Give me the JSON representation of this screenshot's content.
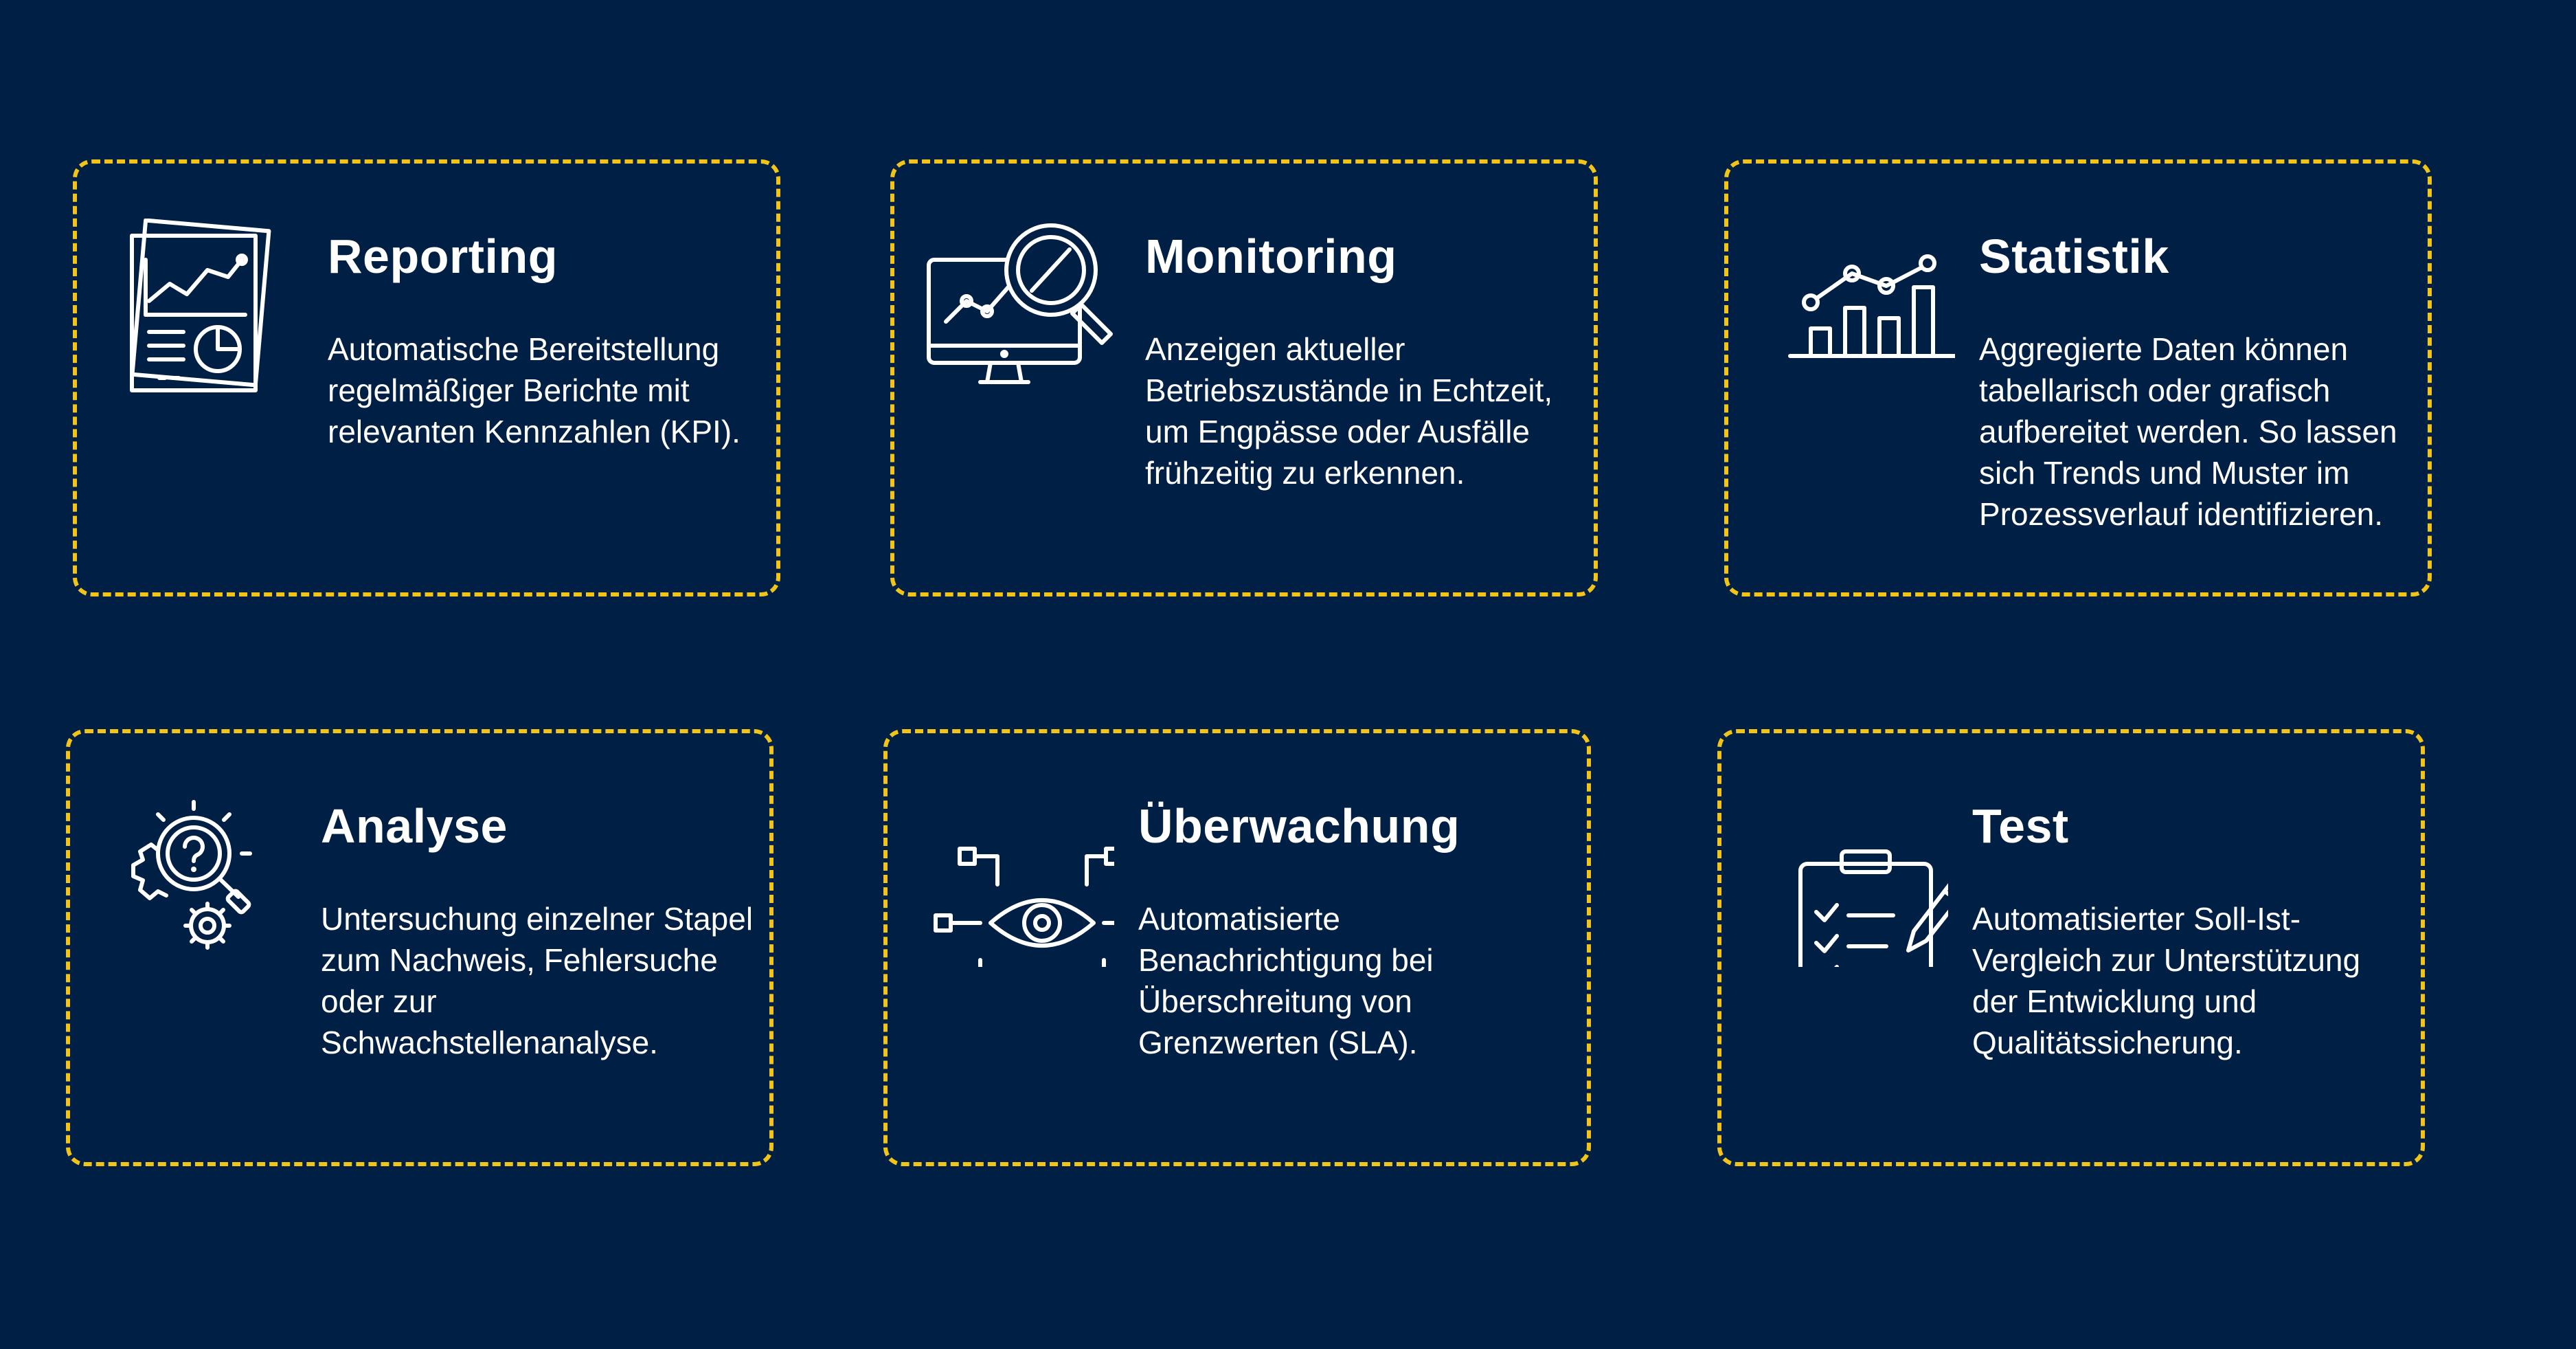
{
  "cards": [
    {
      "icon": "report-document-icon",
      "title": "Reporting",
      "description": "Automatische Bereitstellung regelmäßiger Berichte mit relevanten Kennzahlen (KPI)."
    },
    {
      "icon": "monitor-magnifier-icon",
      "title": "Monitoring",
      "description": "Anzeigen aktueller Betriebszustände in Echtzeit, um Engpässe oder Ausfälle frühzeitig zu erkennen."
    },
    {
      "icon": "bar-line-chart-icon",
      "title": "Statistik",
      "description": "Aggregierte Daten können tabellarisch oder grafisch aufbereitet werden. So lassen sich Trends und Muster im Prozessverlauf identifizieren."
    },
    {
      "icon": "magnifier-gears-icon",
      "title": "Analyse",
      "description": "Untersuchung einzelner Stapel zum Nachweis, Fehlersuche oder zur Schwachstellenanalyse."
    },
    {
      "icon": "eye-scan-icon",
      "title": "Überwachung",
      "description": "Automatisierte Benachrichtigung bei Überschreitung von Grenzwerten (SLA)."
    },
    {
      "icon": "clipboard-checklist-icon",
      "title": "Test",
      "description": "Automatisierter Soll-Ist-Vergleich zur Unterstützung der Entwicklung und Qualitätssicherung."
    }
  ],
  "colors": {
    "background": "#001f44",
    "card_border": "#f2c418",
    "text": "#ffffff"
  }
}
